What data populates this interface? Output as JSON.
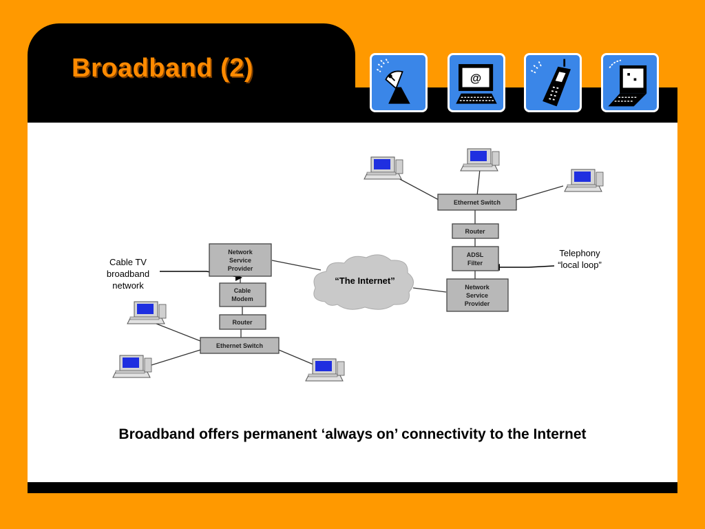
{
  "slide": {
    "title": "Broadband (2)",
    "caption": "Broadband offers permanent ‘always on’ connectivity to the Internet"
  },
  "header_icons": [
    "satellite-dish-icon",
    "computer-email-icon",
    "mobile-phone-icon",
    "pda-icon"
  ],
  "colors": {
    "background": "#FF9900",
    "header": "#000000",
    "title": "#FF8A00",
    "icon_tile": "#3A86E8",
    "node_fill": "#B8B8B8",
    "cloud_fill": "#C9C9C9"
  },
  "diagram": {
    "left_nodes": {
      "nsp": [
        "Network",
        "Service",
        "Provider"
      ],
      "cable_modem": [
        "Cable",
        "Modem"
      ],
      "router": [
        "Router"
      ],
      "switch": [
        "Ethernet Switch"
      ]
    },
    "right_nodes": {
      "switch": [
        "Ethernet Switch"
      ],
      "router": [
        "Router"
      ],
      "adsl_filter": [
        "ADSL",
        "Filter"
      ],
      "nsp": [
        "Network",
        "Service",
        "Provider"
      ]
    },
    "cloud_label": "“The Internet”",
    "cable_tv_label": [
      "Cable TV",
      "broadband",
      "network"
    ],
    "telephony_label": [
      "Telephony",
      "“local loop”"
    ]
  }
}
